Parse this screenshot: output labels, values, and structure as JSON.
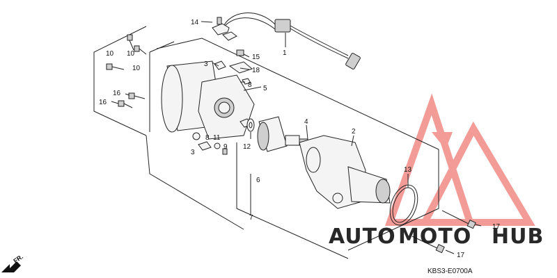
{
  "diagram": {
    "code": "KBS3-E0700A",
    "fr_label": "FR.",
    "callouts": {
      "c1": "1",
      "c2": "2",
      "c3a": "3",
      "c3b": "3",
      "c4": "4",
      "c5": "5",
      "c6": "6",
      "c7": "7",
      "c8a": "8",
      "c8b": "8",
      "c9": "9",
      "c10a": "10",
      "c10b": "10",
      "c10c": "10",
      "c11": "11",
      "c12": "12",
      "c13": "13",
      "c14": "14",
      "c15": "15",
      "c16a": "16",
      "c16b": "16",
      "c17a": "17",
      "c17b": "17",
      "c18": "18"
    }
  },
  "watermark": {
    "text_auto": "AUTO",
    "text_moto": "MOTO",
    "text_hub": "HUB",
    "colors": {
      "red": "#e8413c",
      "orange": "#f0a030",
      "gray": "#b5b5b5"
    }
  }
}
